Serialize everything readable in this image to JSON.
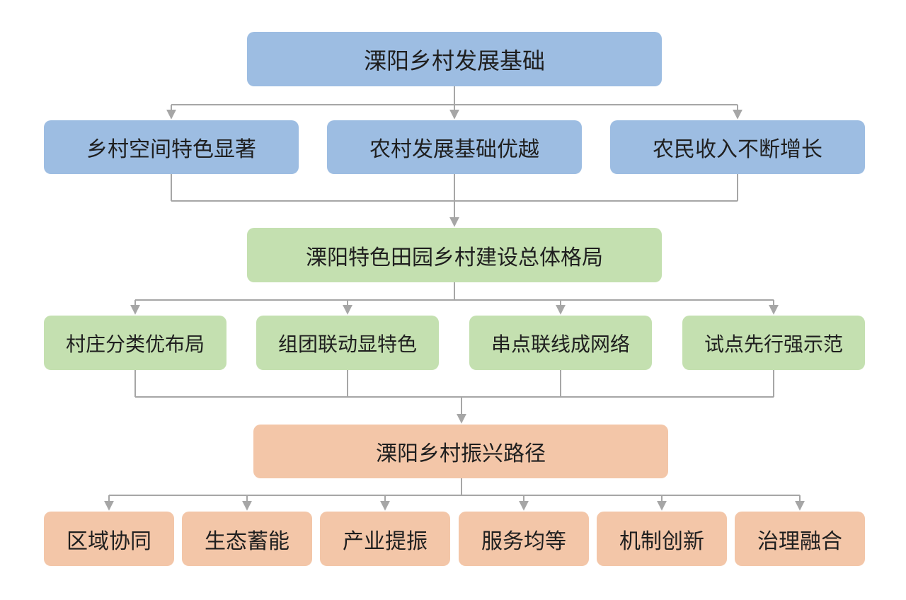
{
  "diagram": {
    "foundation": {
      "title": "溧阳乡村发展基础",
      "items": [
        "乡村空间特色显著",
        "农村发展基础优越",
        "农民收入不断增长"
      ]
    },
    "layout": {
      "title": "溧阳特色田园乡村建设总体格局",
      "items": [
        "村庄分类优布局",
        "组团联动显特色",
        "串点联线成网络",
        "试点先行强示范"
      ]
    },
    "path": {
      "title": "溧阳乡村振兴路径",
      "items": [
        "区域协同",
        "生态蓄能",
        "产业提振",
        "服务均等",
        "机制创新",
        "治理融合"
      ]
    },
    "colors": {
      "foundation": "#9dbde2",
      "layout": "#c4e0b0",
      "path": "#f3c6a8",
      "connector": "#a6a6a6"
    }
  }
}
